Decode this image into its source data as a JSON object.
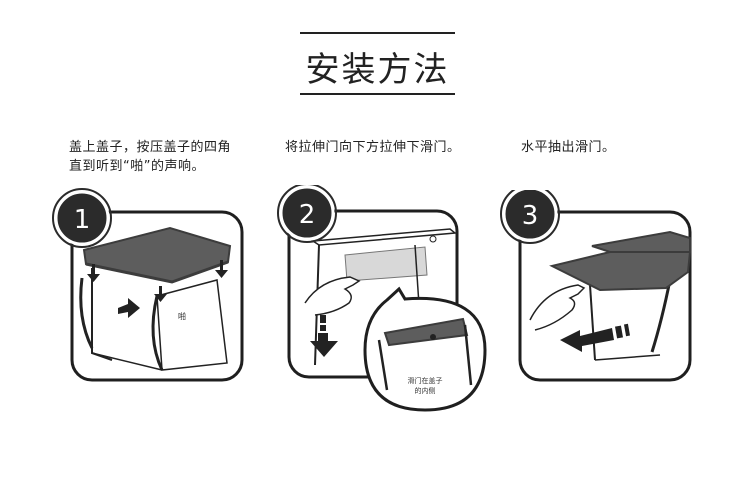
{
  "title": "安装方法",
  "steps": [
    {
      "number": "1",
      "text_lines": [
        "盖上盖子，按压盖子的四角",
        "直到听到“啪”的声响。"
      ],
      "sound_label": "啪"
    },
    {
      "number": "2",
      "text_lines": [
        "将拉伸门向下方拉伸下滑门。"
      ],
      "callout_lines": [
        "滑门在盖子",
        "的内侧"
      ]
    },
    {
      "number": "3",
      "text_lines": [
        "水平抽出滑门。"
      ]
    }
  ],
  "colors": {
    "lid": "#5d5d5d",
    "lid_dark": "#3c3c3c",
    "badge": "#2b2b2b",
    "outline": "#222222",
    "panel_border": "#1f1f1f"
  }
}
